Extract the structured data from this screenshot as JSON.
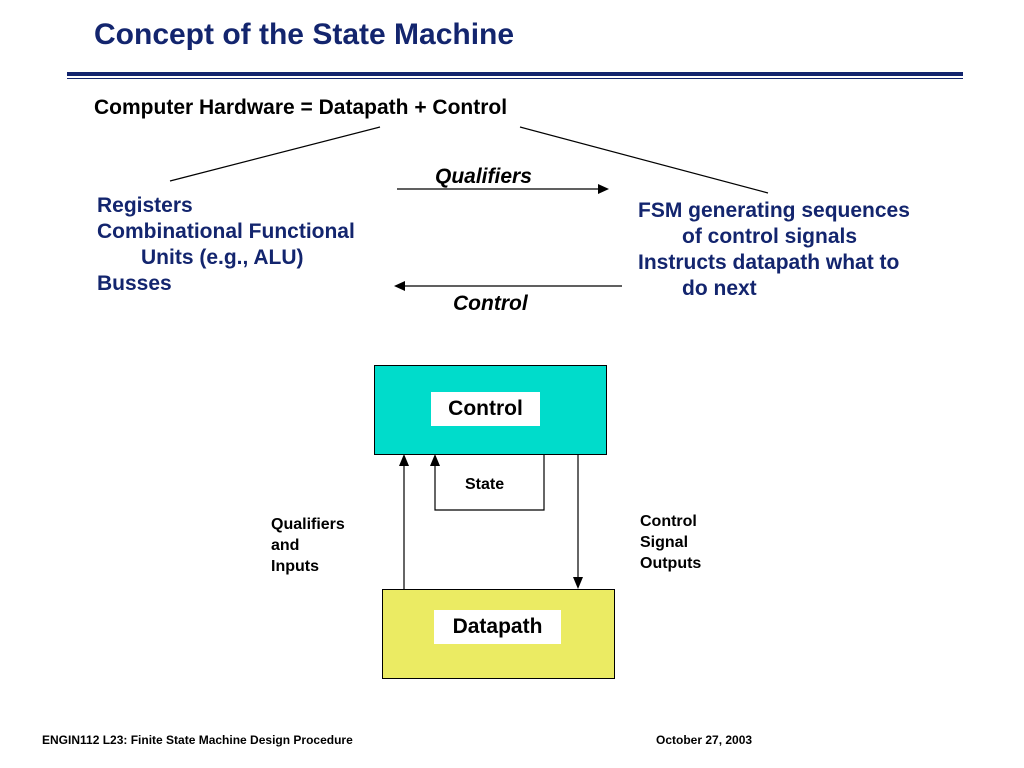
{
  "slide": {
    "title": "Concept of the State Machine",
    "subtitle": "Computer Hardware = Datapath + Control"
  },
  "datapath_items": {
    "line1": "Registers",
    "line2": "Combinational Functional",
    "line3": "Units (e.g., ALU)",
    "line4": "Busses"
  },
  "control_items": {
    "line1": "FSM generating sequences",
    "line2": "of control signals",
    "line3": "Instructs datapath what to",
    "line4": "do next"
  },
  "flow_labels": {
    "qualifiers": "Qualifiers",
    "control": "Control"
  },
  "diagram": {
    "control_box": "Control",
    "datapath_box": "Datapath",
    "state": "State",
    "qualifiers_inputs": {
      "line1": "Qualifiers",
      "line2": "and",
      "line3": "Inputs"
    },
    "control_signal_outputs": {
      "line1": "Control",
      "line2": "Signal",
      "line3": "Outputs"
    }
  },
  "footer": {
    "left": "ENGIN112  L23: Finite State Machine Design Procedure",
    "right": "October 27, 2003"
  },
  "colors": {
    "title": "#13256e",
    "control_box": "#00dccb",
    "datapath_box": "#ebeb63"
  }
}
